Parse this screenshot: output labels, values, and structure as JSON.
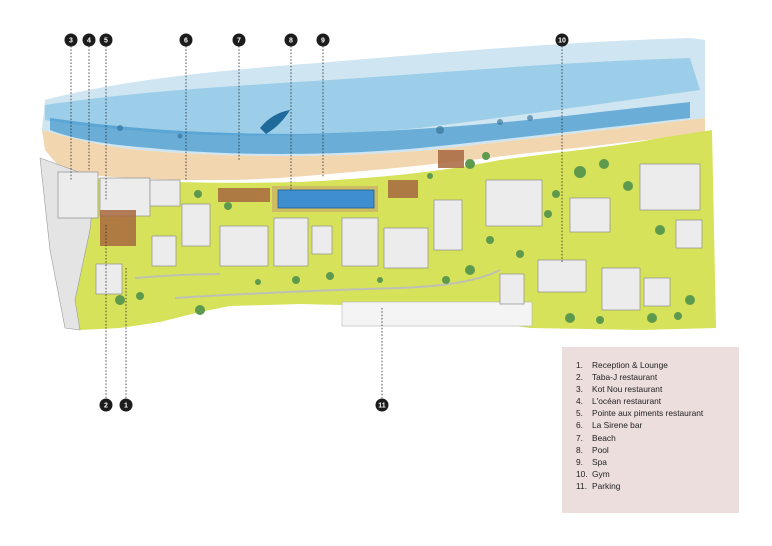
{
  "markers": [
    {
      "id": "1",
      "label": "1"
    },
    {
      "id": "2",
      "label": "2"
    },
    {
      "id": "3",
      "label": "3"
    },
    {
      "id": "4",
      "label": "4"
    },
    {
      "id": "5",
      "label": "5"
    },
    {
      "id": "6",
      "label": "6"
    },
    {
      "id": "7",
      "label": "7"
    },
    {
      "id": "8",
      "label": "8"
    },
    {
      "id": "9",
      "label": "9"
    },
    {
      "id": "10",
      "label": "10"
    },
    {
      "id": "11",
      "label": "11"
    }
  ],
  "legend": {
    "items": [
      {
        "number": "1.",
        "name": "Reception & Lounge"
      },
      {
        "number": "2.",
        "name": "Taba-J restaurant"
      },
      {
        "number": "3.",
        "name": "Kot Nou restaurant"
      },
      {
        "number": "4.",
        "name": "L'océan restaurant"
      },
      {
        "number": "5.",
        "name": "Pointe aux piments restaurant"
      },
      {
        "number": "6.",
        "name": "La Sirene bar"
      },
      {
        "number": "7.",
        "name": "Beach"
      },
      {
        "number": "8.",
        "name": "Pool"
      },
      {
        "number": "9.",
        "name": "Spa"
      },
      {
        "number": "10.",
        "name": "Gym"
      },
      {
        "number": "11.",
        "name": "Parking"
      }
    ]
  },
  "colors": {
    "sea": "#4a9fd0",
    "sand": "#f1d6b0",
    "lawn": "#d6e25a",
    "building": "#ececec",
    "tree": "#5e9a4e",
    "marker": "#1c1c1c",
    "legend_bg": "#ecdedd"
  }
}
